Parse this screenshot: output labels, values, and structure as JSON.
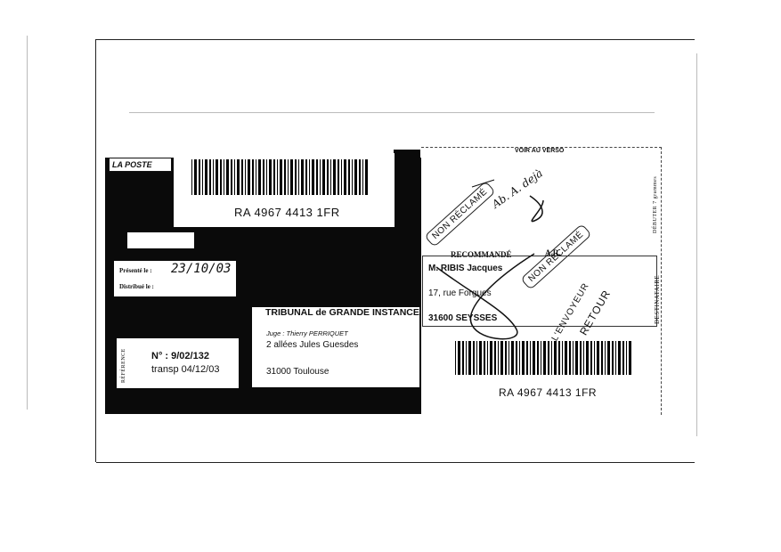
{
  "logo": "LA POSTE",
  "barcode_top": "RA 4967 4413 1FR",
  "barcode_bottom": "RA 4967 4413 1FR",
  "presente_label": "Présenté le :",
  "presente_value": "23/10/03",
  "distribue_label": "Distribué le :",
  "reference_label": "RÉFÉRENCE",
  "reference_number": "N° : 9/02/132",
  "reference_transp": "transp 04/12/03",
  "sender": {
    "name": "TRIBUNAL de GRANDE INSTANCE",
    "judge": "Juge : Thierry PERRIQUET",
    "street": "2 allées Jules Guesdes",
    "city": "31000 Toulouse"
  },
  "recommande": "RECOMMANDÉ",
  "ar": "A.R.",
  "recipient": {
    "name": "M. RIBIS Jacques",
    "street": "17, rue Forgues",
    "city": "31600 SEYSSES"
  },
  "destinataire": "DESTINATAIRE",
  "cote": "DÉBUTER 7 grammes",
  "top_header": "VOIR AU VERSO",
  "stamp_non_reclame_1": "NON RÉCLAMÉ",
  "stamp_non_reclame_2": "NON RÉCLAMÉ",
  "stamp_retour": "RETOUR",
  "stamp_envoyeur": "L'ENVOYEUR",
  "handwriting": "Ab. A. dejà"
}
